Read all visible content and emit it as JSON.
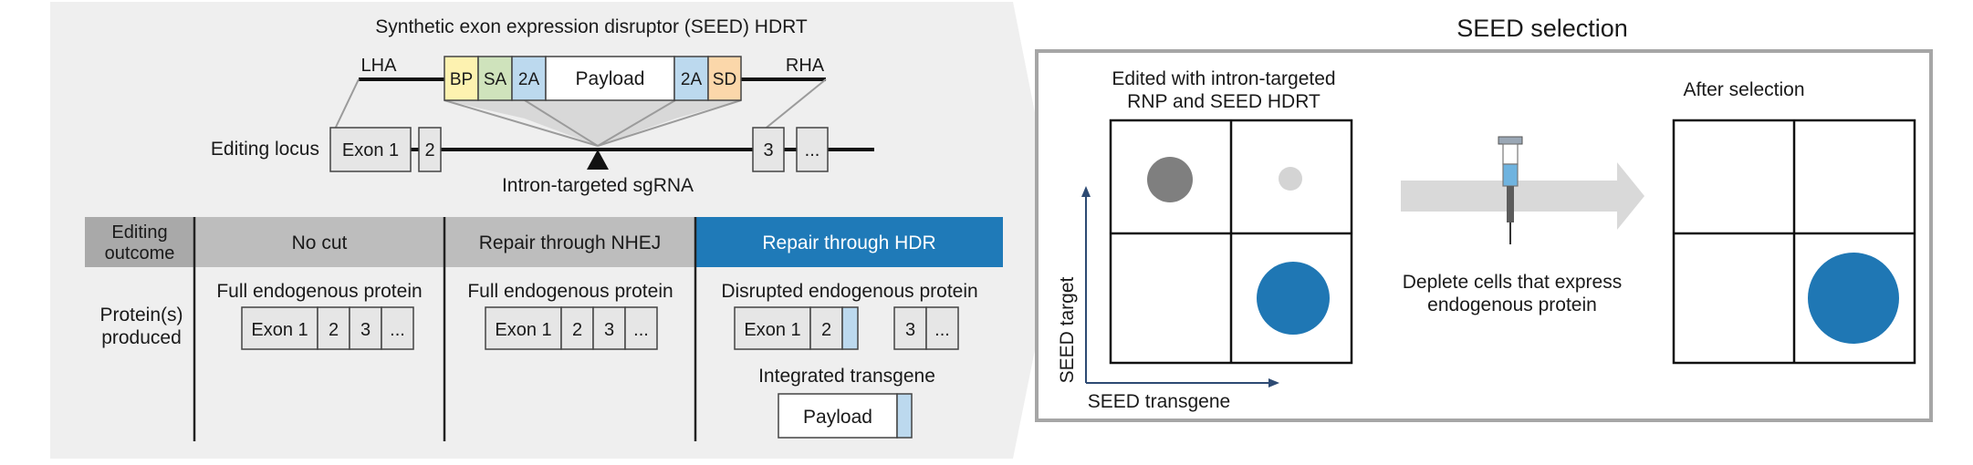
{
  "hdrt": {
    "title": "Synthetic exon expression disruptor (SEED) HDRT",
    "lha": "LHA",
    "rha": "RHA",
    "segments": [
      "BP",
      "SA",
      "2A",
      "Payload",
      "2A",
      "SD"
    ]
  },
  "locus": {
    "label": "Editing locus",
    "exon1": "Exon 1",
    "exon2": "2",
    "exon3": "3",
    "more": "...",
    "sgrna_label": "Intron-targeted sgRNA"
  },
  "table": {
    "row_header": "Editing outcome",
    "row_label": "Protein(s) produced",
    "columns": [
      {
        "header": "No cut",
        "subtitle": "Full endogenous protein"
      },
      {
        "header": "Repair through NHEJ",
        "subtitle": "Full endogenous protein"
      },
      {
        "header": "Repair through HDR",
        "subtitle": "Disrupted endogenous protein"
      }
    ],
    "protein_cells": [
      "Exon 1",
      "2",
      "3",
      "..."
    ],
    "integrated_label": "Integrated transgene",
    "payload": "Payload"
  },
  "selection": {
    "title": "SEED selection",
    "left_caption": "Edited with intron-targeted RNP and SEED HDRT",
    "right_caption": "After selection",
    "deplete_caption": "Deplete cells that express endogenous protein",
    "ylabel": "SEED target",
    "xlabel": "SEED transgene"
  },
  "colors": {
    "bp": "#fdf2b0",
    "sa": "#cfe3bc",
    "twoA": "#bcd9ee",
    "sd": "#fbd7aa",
    "hdr_header": "#1f7ab8",
    "header_gray": "#bdbdbd",
    "row_header_gray": "#a9a9a9",
    "panel_bg": "#efefef",
    "blue_dot": "#1f77b4"
  }
}
